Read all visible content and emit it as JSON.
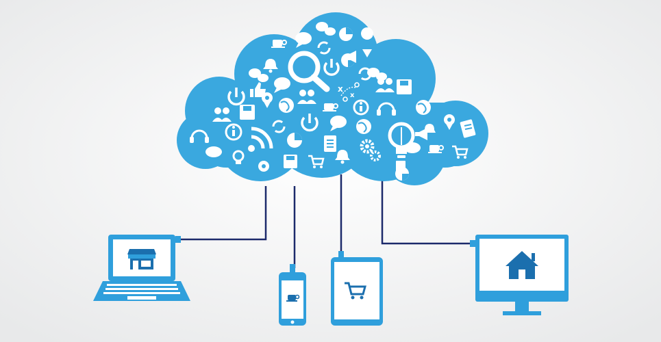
{
  "colors": {
    "background_center": "#ffffff",
    "background_edge": "#e8e9ea",
    "cloud": "#3aa8df",
    "icon": "#ffffff",
    "wire": "#1c2a6b",
    "device_blue": "#2f9fdc",
    "device_screen": "#ffffff",
    "device_dark": "#1b6fae"
  },
  "cloud": {
    "icons": [
      "search-icon",
      "speech-bubble-icon",
      "pie-chart-icon",
      "coffee-cup-icon",
      "map-pin-icon",
      "sync-icon",
      "power-icon",
      "megaphone-icon",
      "bell-icon",
      "users-icon",
      "thumbs-up-icon",
      "strategy-icon",
      "floppy-disk-icon",
      "globe-icon",
      "headset-icon",
      "info-icon",
      "wifi-icon",
      "clipboard-icon",
      "shopping-cart-icon",
      "gears-icon",
      "lightbulb-icon",
      "chat-icon",
      "ad-badge-icon",
      "document-icon"
    ]
  },
  "devices": [
    {
      "kind": "laptop",
      "icon": "storefront-icon"
    },
    {
      "kind": "phone",
      "icon": "coffee-cup-icon"
    },
    {
      "kind": "tablet",
      "icon": "shopping-cart-icon"
    },
    {
      "kind": "monitor",
      "icon": "home-icon"
    }
  ]
}
